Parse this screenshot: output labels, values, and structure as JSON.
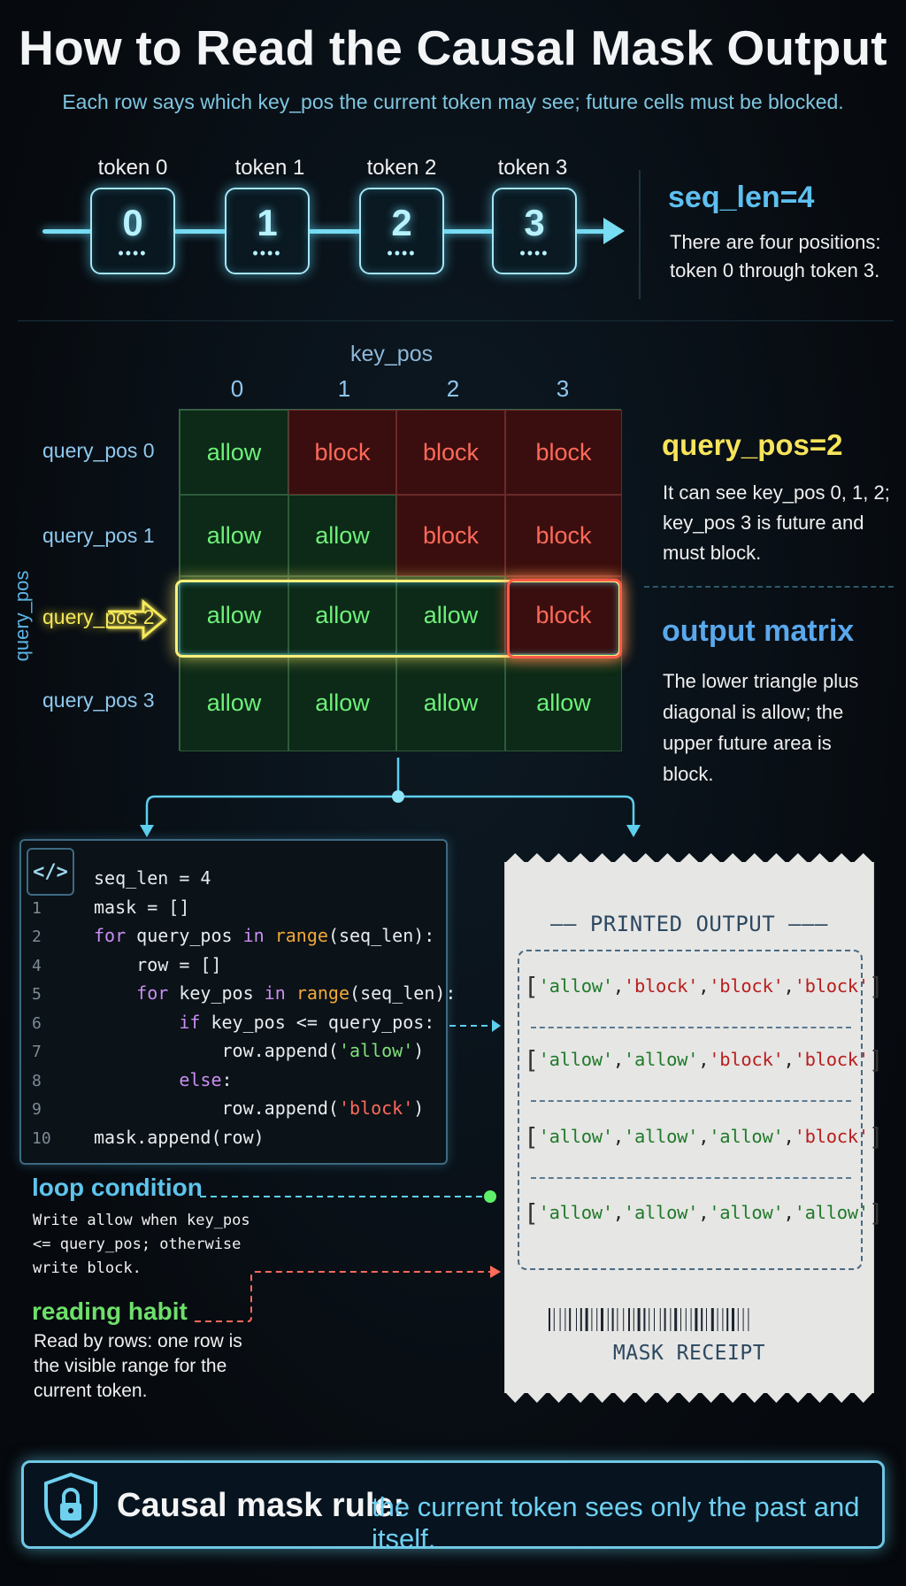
{
  "title": "How to Read the Causal Mask Output",
  "subtitle": "Each row says which key_pos the current token may see; future cells must be blocked.",
  "tokens": [
    {
      "label": "token 0",
      "num": "0"
    },
    {
      "label": "token 1",
      "num": "1"
    },
    {
      "label": "token 2",
      "num": "2"
    },
    {
      "label": "token 3",
      "num": "3"
    }
  ],
  "token_dots": "••••",
  "seq_len": {
    "title": "seq_len=4",
    "text": "There are four positions: token 0 through token 3."
  },
  "matrix": {
    "col_axis": "key_pos",
    "row_axis": "query_pos",
    "cols": [
      "0",
      "1",
      "2",
      "3"
    ],
    "rows": [
      "query_pos 0",
      "query_pos 1",
      "query_pos 2",
      "query_pos 3"
    ],
    "cells": [
      [
        "allow",
        "block",
        "block",
        "block"
      ],
      [
        "allow",
        "allow",
        "block",
        "block"
      ],
      [
        "allow",
        "allow",
        "allow",
        "block"
      ],
      [
        "allow",
        "allow",
        "allow",
        "allow"
      ]
    ],
    "highlight_row": 2
  },
  "query_note": {
    "title": "query_pos=2",
    "text": "It can see key_pos 0, 1, 2; key_pos 3 is future and must block."
  },
  "output_note": {
    "title": "output matrix",
    "text": "The lower triangle plus diagonal is allow; the upper future area is block."
  },
  "code": {
    "icon": "</>",
    "lines": [
      {
        "n": "",
        "text": "seq_len = 4"
      },
      {
        "n": "1",
        "text": "mask = []"
      },
      {
        "n": "2",
        "text": "for query_pos in range(seq_len):"
      },
      {
        "n": "4",
        "text": "    row = []"
      },
      {
        "n": "5",
        "text": "    for key_pos in range(seq_len):"
      },
      {
        "n": "6",
        "text": "        if key_pos <= query_pos:"
      },
      {
        "n": "7",
        "text": "            row.append('allow')"
      },
      {
        "n": "8",
        "text": "        else:"
      },
      {
        "n": "9",
        "text": "            row.append('block')"
      },
      {
        "n": "10",
        "text": "mask.append(row)"
      }
    ]
  },
  "loop_condition": {
    "title": "loop condition",
    "text": "Write allow when key_pos <= query_pos; otherwise write block."
  },
  "reading_habit": {
    "title": "reading habit",
    "text": "Read by rows: one row is the visible range for the current token."
  },
  "receipt": {
    "title": "—— PRINTED OUTPUT ———",
    "rows": [
      [
        "allow",
        "block",
        "block",
        "block"
      ],
      [
        "allow",
        "allow",
        "block",
        "block"
      ],
      [
        "allow",
        "allow",
        "allow",
        "block"
      ],
      [
        "allow",
        "allow",
        "allow",
        "allow"
      ]
    ],
    "footer": "MASK RECEIPT"
  },
  "banner": {
    "title": "Causal mask rule:",
    "text": "the current token sees only the past and itself."
  },
  "colors": {
    "allow": "#6ef07a",
    "block": "#ff6a5a",
    "highlight": "#fff07a",
    "accent": "#5ec0f0"
  }
}
